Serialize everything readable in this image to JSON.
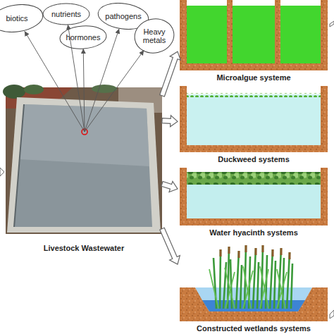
{
  "diagram": {
    "nodes": [
      {
        "text": [
          "biotics"
        ]
      },
      {
        "text": [
          "nutrients"
        ]
      },
      {
        "text": [
          "pathogens"
        ]
      },
      {
        "text": [
          "hormones"
        ]
      },
      {
        "text": [
          "Heavy metals"
        ]
      },
      {
        "text": [
          "Livestock Wastewater"
        ]
      },
      {
        "text": [
          "Microalgue systeme"
        ]
      },
      {
        "text": [
          "Duckweed systems"
        ]
      },
      {
        "text": [
          "Water hyacinth systems"
        ]
      },
      {
        "text": [
          "Constructed wetlands systems"
        ]
      }
    ],
    "edges": [
      {
        "from": 5,
        "to": 6,
        "arrow": "to"
      },
      {
        "from": 5,
        "to": 7,
        "arrow": "to"
      },
      {
        "from": 5,
        "to": 8,
        "arrow": "to"
      },
      {
        "from": 5,
        "to": 9,
        "arrow": "to"
      },
      {
        "from": 5,
        "to": 0,
        "arrow": "to"
      },
      {
        "from": 5,
        "to": 1,
        "arrow": "to"
      },
      {
        "from": 5,
        "to": 2,
        "arrow": "to"
      },
      {
        "from": 5,
        "to": 3,
        "arrow": "to"
      },
      {
        "from": 5,
        "to": 4,
        "arrow": "to"
      }
    ]
  }
}
